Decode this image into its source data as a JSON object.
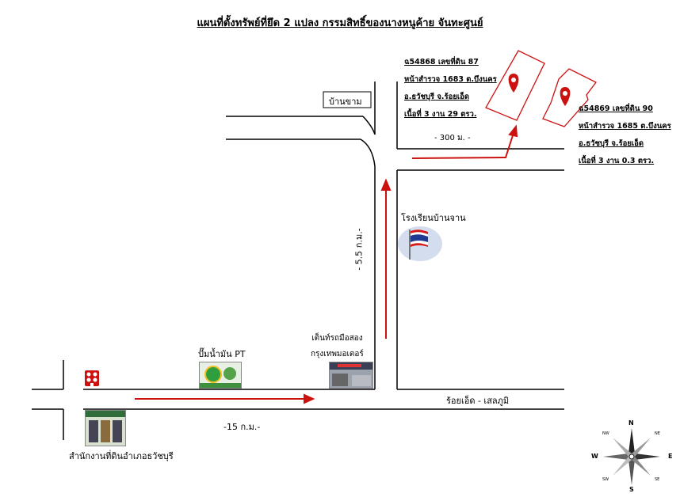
{
  "title": "แผนที่ตั้งทรัพย์ที่ยึด 2 แปลง กรรมสิทธิ์ของนางหนูค้าย จันทะศูนย์",
  "plots": [
    {
      "lines": [
        "ฉ54868  เลขที่ดิน 87",
        "หน้าสำรวจ 1683 ต.บึงนคร",
        "อ.ธวัชบุรี จ.ร้อยเอ็ด",
        "เนื้อที่ 3 งาน 29 ตรว."
      ]
    },
    {
      "lines": [
        "ฉ54869  เลขที่ดิน 90",
        "หน้าสำรวจ 1685 ต.บึงนคร",
        "อ.ธวัชบุรี จ.ร้อยเอ็ด",
        "เนื้อที่ 3 งาน 0.3 ตรว."
      ]
    }
  ],
  "labels": {
    "ban_kham": "บ้านขาม",
    "distance_300m": "- 300 ม. -",
    "school": "โรงเรียนบ้านจาน",
    "distance_5_5km": "- 5.5 ก.ม.-",
    "used_car": [
      "เต็นท์รถมือสอง",
      "กรุงเทพมอเตอร์"
    ],
    "gas_station": "ปั๊มน้ำมัน PT",
    "road_name": "ร้อยเอ็ด - เสลภูมิ",
    "distance_15km": "-15 ก.ม.-",
    "land_office": "สำนักงานที่ดินอำเภอธวัชบุรี"
  },
  "compass": {
    "n": "N",
    "s": "S",
    "e": "E",
    "w": "W",
    "ne": "NE",
    "nw": "NW",
    "se": "SE",
    "sw": "SW"
  },
  "colors": {
    "route": "#cc1111",
    "road": "#000000",
    "pin": "#cc1111"
  }
}
